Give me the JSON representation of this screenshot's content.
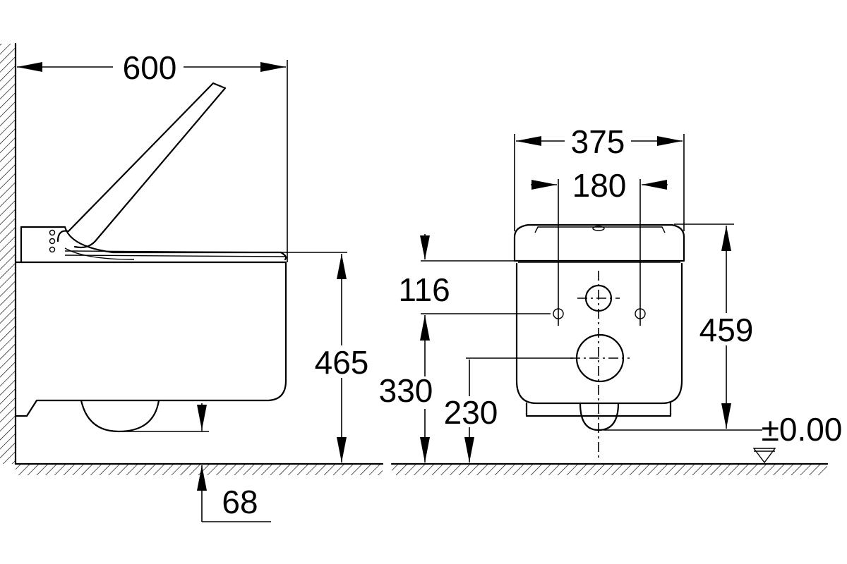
{
  "dimensions": {
    "side_width": "600",
    "seat_height": "465",
    "offset_68": "68",
    "front_width": "375",
    "bolt_spacing": "180",
    "bolt_to_top": "116",
    "bolt_height": "330",
    "waste_height": "230",
    "front_height": "459",
    "floor_level": "±0.00"
  }
}
